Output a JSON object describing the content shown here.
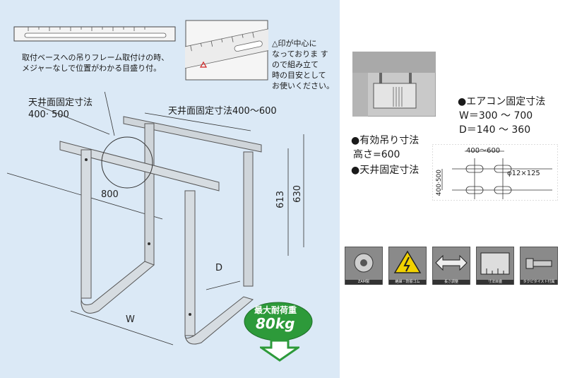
{
  "notes": {
    "ruler_note": [
      "取付ベースへの吊りフレーム取付けの時、",
      "メジャーなしで位置がわかる目盛り付。"
    ],
    "center_mark_note": [
      "△印が中心に",
      "なっておりま す",
      "ので組み立て",
      "時の目安として",
      "お使いください。"
    ]
  },
  "dimensions": {
    "ceiling_fixed_left_title": "天井面固定寸法",
    "ceiling_fixed_left_values": "400· 500",
    "ceiling_fixed_top": "天井面固定寸法400～600",
    "width_800": "800",
    "height_613": "613",
    "height_630": "630",
    "d_label": "D",
    "w_label": "W"
  },
  "specs": {
    "aircon_title": "●エアコン固定寸法",
    "aircon_w": "W＝300 ～ 700",
    "aircon_d": "D＝140 ～ 360",
    "effective_title": "●有効吊り寸法",
    "effective_height": "高さ=600",
    "ceiling_title": "●天井固定寸法",
    "diagram_top": "400～600",
    "diagram_side": "400·500",
    "diagram_hole": "φ12×125"
  },
  "load": {
    "title": "最大耐荷重",
    "value": "80kg"
  },
  "icons": [
    {
      "name": "zam-material-icon",
      "label": "ZAM製"
    },
    {
      "name": "insulation-icon",
      "label": "絶縁・防振ゴム"
    },
    {
      "name": "length-adjust-icon",
      "label": "長さ調整"
    },
    {
      "name": "scale-icon",
      "label": "寸法目盛"
    },
    {
      "name": "tapping-screw-icon",
      "label": "タクピタイスト付属"
    }
  ]
}
